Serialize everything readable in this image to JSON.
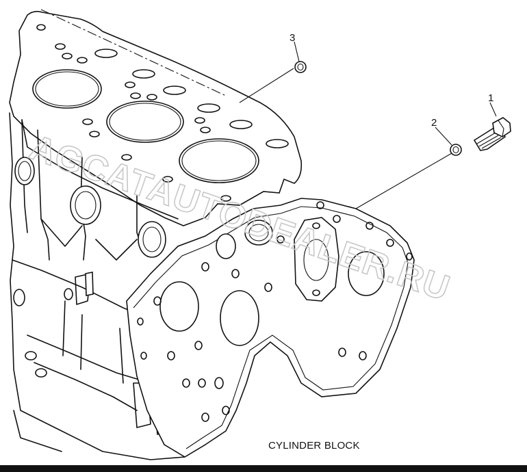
{
  "caption": "CYLINDER BLOCK",
  "watermark": "AGCATAUTODEALER.RU",
  "callouts": [
    {
      "number": "1",
      "part": "bolt"
    },
    {
      "number": "2",
      "part": "washer"
    },
    {
      "number": "3",
      "part": "seal ring"
    }
  ],
  "colors": {
    "line": "#111111",
    "background": "#ffffff",
    "watermark_stroke": "#c8c8c8"
  }
}
